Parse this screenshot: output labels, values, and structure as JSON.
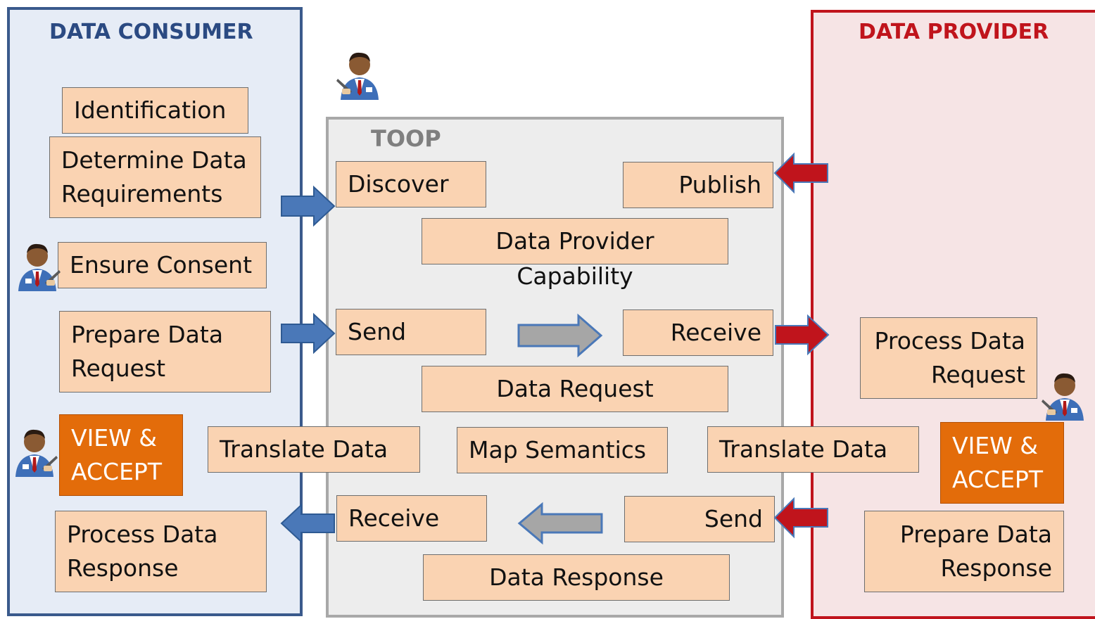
{
  "consumer": {
    "title": "DATA CONSUMER",
    "identification": "Identification",
    "determine": "Determine Data\nRequirements",
    "consent": "Ensure Consent",
    "prepare_request": "Prepare Data\nRequest",
    "view_accept": "VIEW &\nACCEPT",
    "process_response": "Process Data\nResponse"
  },
  "toop": {
    "title": "TOOP",
    "discover": "Discover",
    "publish": "Publish",
    "capability_line1": "Data Provider",
    "capability_line2": "Capability",
    "send": "Send",
    "receive": "Receive",
    "data_request": "Data Request",
    "translate_left": "Translate Data",
    "map_semantics": "Map Semantics",
    "translate_right": "Translate Data",
    "receive_response": "Receive",
    "send_response": "Send",
    "data_response": "Data Response"
  },
  "provider": {
    "title": "DATA PROVIDER",
    "process_request": "Process Data\nRequest",
    "view_accept": "VIEW &\nACCEPT",
    "prepare_response": "Prepare Data\nResponse"
  },
  "colors": {
    "consumer_border": "#3a5a8c",
    "provider_border": "#c0141c",
    "toop_border": "#a8a8a8",
    "box_fill": "#fad3b2",
    "accept_fill": "#e36c0a",
    "blue_arrow": "#4a78b8",
    "red_arrow": "#c0141c",
    "grey_arrow": "#a6a6a6"
  },
  "icons": [
    "person-icon"
  ]
}
